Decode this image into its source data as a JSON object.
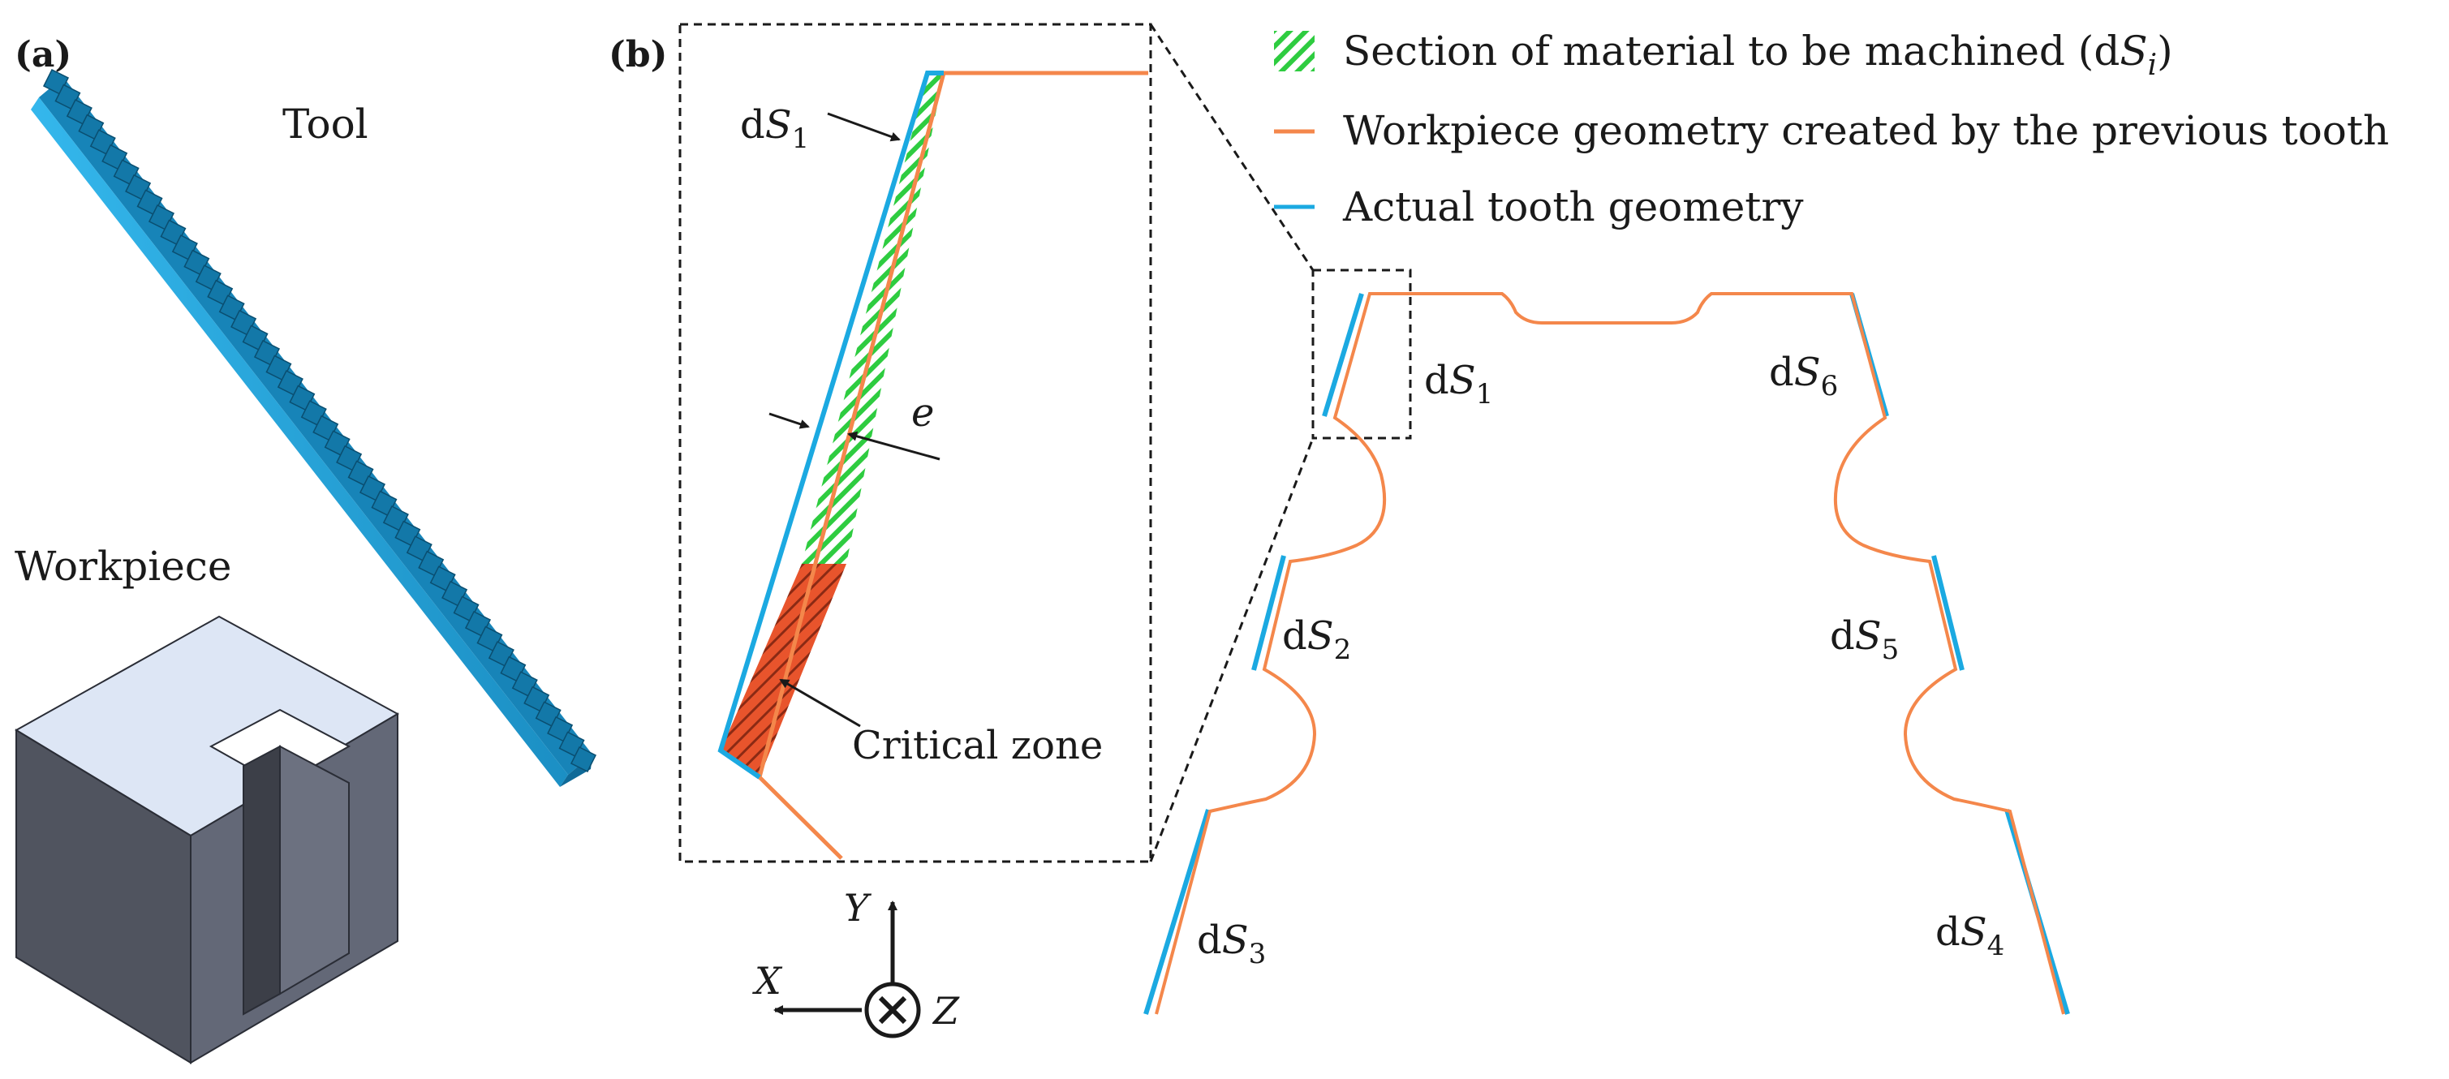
{
  "panel_a": {
    "label": "(a)",
    "tool_label": "Tool",
    "workpiece_label": "Workpiece"
  },
  "panel_b": {
    "label": "(b)",
    "detail": {
      "ds1_prefix": "d",
      "ds1_var": "S",
      "ds1_sub": "1",
      "thickness_label": "e",
      "critical_zone_label": "Critical zone"
    },
    "axes": {
      "x": "X",
      "y": "Y",
      "z": "Z"
    },
    "legend": [
      {
        "text_prefix": "Section of material to be machined (d",
        "var": "S",
        "sub": "i",
        "text_suffix": ")",
        "kind": "hatch",
        "color": "#2ecc40"
      },
      {
        "text": "Workpiece geometry created by the previous tooth",
        "kind": "line",
        "color": "#f4874b"
      },
      {
        "text": "Actual tooth geometry",
        "kind": "line",
        "color": "#1ba9e1"
      }
    ],
    "profile_labels": [
      {
        "d": "d",
        "s": "S",
        "sub": "1"
      },
      {
        "d": "d",
        "s": "S",
        "sub": "2"
      },
      {
        "d": "d",
        "s": "S",
        "sub": "3"
      },
      {
        "d": "d",
        "s": "S",
        "sub": "4"
      },
      {
        "d": "d",
        "s": "S",
        "sub": "5"
      },
      {
        "d": "d",
        "s": "S",
        "sub": "6"
      }
    ]
  },
  "colors": {
    "orange": "#f4874b",
    "blue": "#1ba9e1",
    "green_hatch": "#2ecc40",
    "red_zone": "#e8542c",
    "tool_blue": "#29a8dd",
    "workpiece_top": "#dde6f5",
    "workpiece_side": "#5d6272"
  }
}
